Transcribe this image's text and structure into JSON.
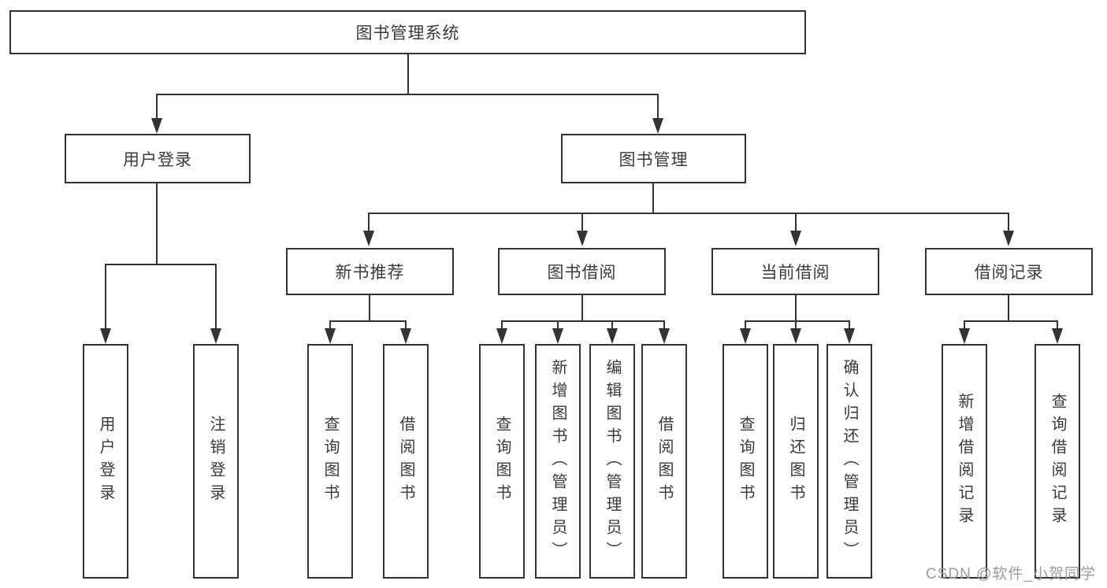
{
  "colors": {
    "line": "#333333",
    "text": "#3a3a3a",
    "bg": "#ffffff",
    "watermark": "#9c9c9c"
  },
  "watermark": "CSDN @软件_小贺同学",
  "tree": {
    "root": {
      "label": "图书管理系统"
    },
    "level2": [
      {
        "label": "用户登录"
      },
      {
        "label": "图书管理"
      }
    ],
    "level3": [
      {
        "label": "新书推荐"
      },
      {
        "label": "图书借阅"
      },
      {
        "label": "当前借阅"
      },
      {
        "label": "借阅记录"
      }
    ],
    "leaves": {
      "user_login": [
        {
          "label": "用户登录"
        },
        {
          "label": "注销登录"
        }
      ],
      "new_books": [
        {
          "label": "查询图书"
        },
        {
          "label": "借阅图书"
        }
      ],
      "book_borrow": [
        {
          "label": "查询图书"
        },
        {
          "label": "新增图书（管理员）"
        },
        {
          "label": "编辑图书（管理员）"
        },
        {
          "label": "借阅图书"
        }
      ],
      "current_borrow": [
        {
          "label": "查询图书"
        },
        {
          "label": "归还图书"
        },
        {
          "label": "确认归还（管理员）"
        }
      ],
      "borrow_records": [
        {
          "label": "新增借阅记录"
        },
        {
          "label": "查询借阅记录"
        }
      ]
    }
  }
}
